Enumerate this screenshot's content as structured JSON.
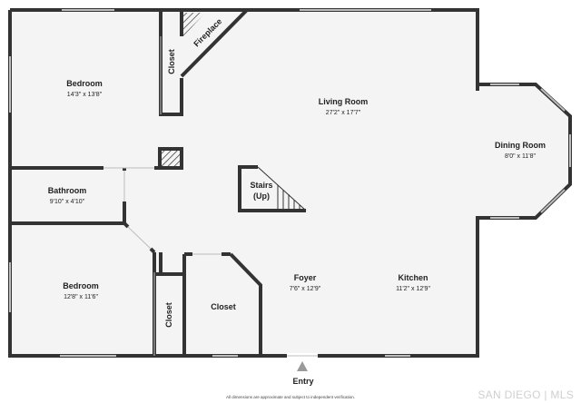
{
  "rooms": [
    {
      "id": "bedroom_1",
      "name": "Bedroom",
      "dims": "14'3\" x 13'8\""
    },
    {
      "id": "closet_1",
      "name": "Closet",
      "dims": ""
    },
    {
      "id": "fireplace",
      "name": "Fireplace",
      "dims": ""
    },
    {
      "id": "living_room",
      "name": "Living Room",
      "dims": "27'2\" x 17'7\""
    },
    {
      "id": "dining_room",
      "name": "Dining Room",
      "dims": "8'0\" x 11'8\""
    },
    {
      "id": "bathroom",
      "name": "Bathroom",
      "dims": "9'10\" x 4'10\""
    },
    {
      "id": "stairs",
      "name": "Stairs",
      "sub": "(Up)"
    },
    {
      "id": "bedroom_2",
      "name": "Bedroom",
      "dims": "12'8\" x 11'6\""
    },
    {
      "id": "closet_2",
      "name": "Closet",
      "dims": ""
    },
    {
      "id": "closet_3",
      "name": "Closet",
      "dims": ""
    },
    {
      "id": "foyer",
      "name": "Foyer",
      "dims": "7'6\" x 12'9\""
    },
    {
      "id": "kitchen",
      "name": "Kitchen",
      "dims": "11'2\" x 12'9\""
    }
  ],
  "entry": {
    "label": "Entry"
  },
  "footer": {
    "note": "All dimensions are approximate and subject to independent verification."
  },
  "watermark": "SAN DIEGO | MLS",
  "colors": {
    "wall": "#333333",
    "floor": "#f4f4f4",
    "window": "#bdbdbd",
    "entry_arrow": "#9a9a9a"
  }
}
